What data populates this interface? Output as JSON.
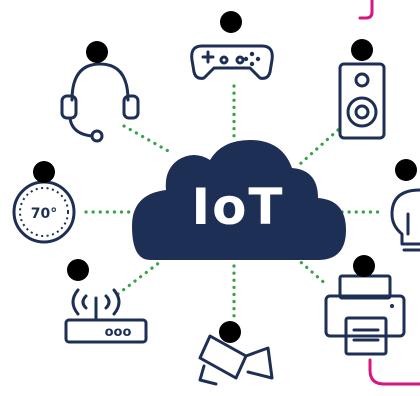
{
  "center": {
    "title": "IoT"
  },
  "devices": {
    "gamepad": {
      "icon": "gamepad-icon"
    },
    "headset": {
      "icon": "headset-icon"
    },
    "speaker": {
      "icon": "speaker-icon"
    },
    "thermostat": {
      "icon": "thermostat-icon",
      "value": "70°"
    },
    "lightbulb": {
      "icon": "lightbulb-icon"
    },
    "router": {
      "icon": "router-icon",
      "label": "ooo"
    },
    "printer": {
      "icon": "printer-icon"
    },
    "camera": {
      "icon": "security-camera-icon"
    }
  },
  "badges": {
    "icon": "wifi-icon"
  },
  "colors": {
    "navy": "#1e2f56",
    "magenta": "#d6177f",
    "green": "#3aa04a",
    "background": "#ffffff"
  }
}
